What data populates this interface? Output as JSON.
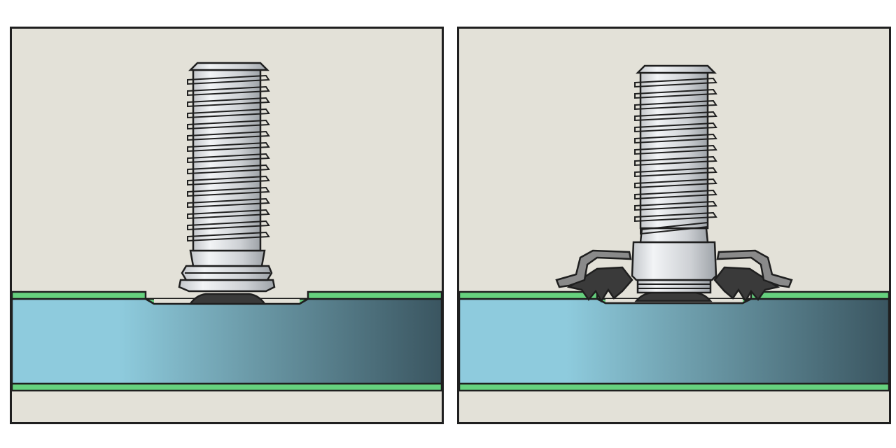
{
  "figure": {
    "panels": [
      {
        "id": "before-installation",
        "fastener": "stud",
        "state": "uninstalled"
      },
      {
        "id": "after-installation",
        "fastener": "stud-with-swaged-collar",
        "state": "installed"
      }
    ],
    "colors": {
      "background": "#e3e1d8",
      "outline": "#1f1f1f",
      "copper_layer": "#66d17e",
      "substrate_light": "#8ecbdd",
      "substrate_dark": "#3a5560",
      "metal_light": "#f2f4f6",
      "metal_dark": "#9ea3a8",
      "seal_dark": "#3a3a3a",
      "collar_grey": "#8a8a8a"
    }
  }
}
